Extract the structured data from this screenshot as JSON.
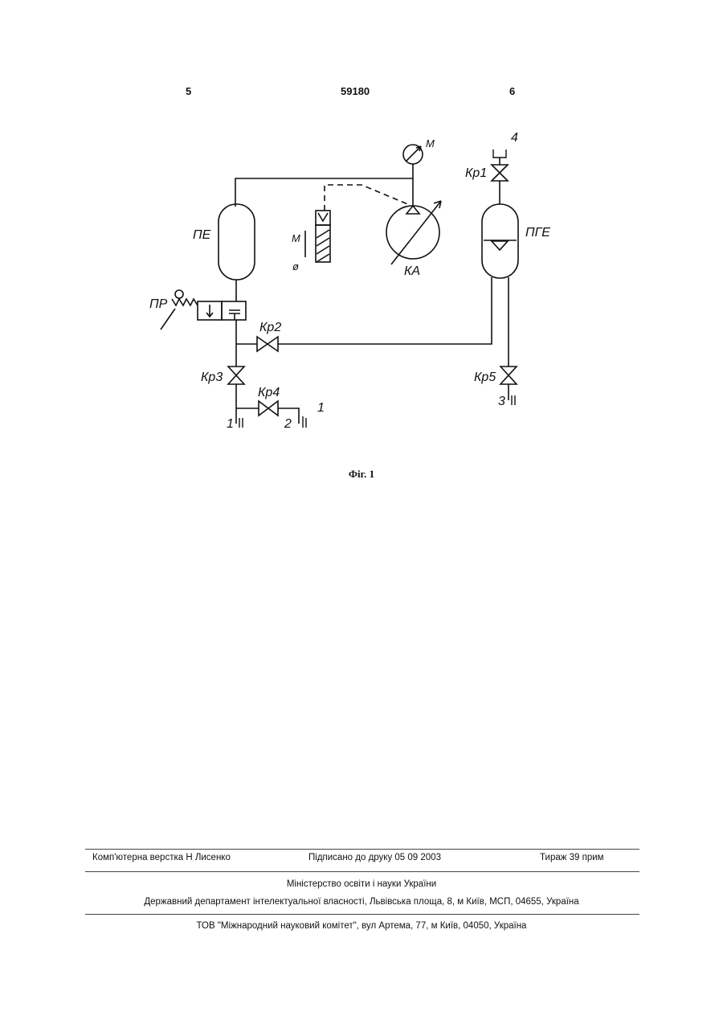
{
  "header": {
    "left": "5",
    "center": "59180",
    "right": "6"
  },
  "figure": {
    "labels": {
      "manometer_top": "M",
      "mode_m": "M",
      "mode_zero": "ø",
      "pe": "ПЕ",
      "pr": "ПР",
      "ka": "КА",
      "pge": "ПГЕ",
      "kr1": "Кр1",
      "kr2": "Кр2",
      "kr3": "Кр3",
      "kr4": "Кр4",
      "kr5": "Кр5",
      "port1_left": "1",
      "port2": "2",
      "port1_right": "1",
      "port3": "3",
      "port4": "4"
    },
    "caption": "Фіг. 1"
  },
  "footer": {
    "layout": "Комп'ютерна верстка Н  Лисенко",
    "signed": "Підписано до друку 05 09 2003",
    "print_run": "Тираж 39 прим",
    "ministry": "Міністерство освіти і науки України",
    "department": "Державний департамент інтелектуальної власності, Львівська площа, 8, м  Київ, МСП, 04655, Україна",
    "company": "ТОВ \"Міжнародний науковий комітет\", вул  Артема, 77, м  Київ, 04050, Україна"
  }
}
